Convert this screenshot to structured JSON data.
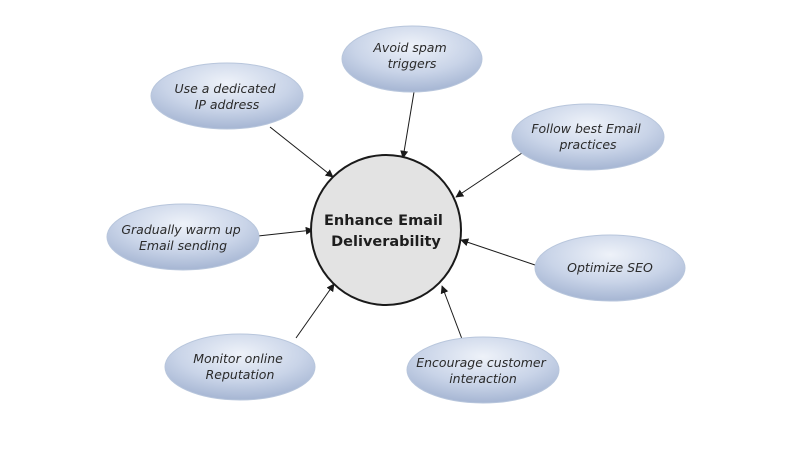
{
  "diagram": {
    "center": {
      "lines": [
        "Enhance Email",
        "Deliverability"
      ]
    },
    "nodes": [
      {
        "id": "avoid-spam",
        "lines": [
          "Avoid spam",
          "triggers"
        ]
      },
      {
        "id": "dedicated-ip",
        "lines": [
          "Use a dedicated",
          "IP address"
        ]
      },
      {
        "id": "best-practices",
        "lines": [
          "Follow best Email",
          "practices"
        ]
      },
      {
        "id": "warm-up",
        "lines": [
          "Gradually warm up",
          "Email sending"
        ]
      },
      {
        "id": "optimize-seo",
        "lines": [
          "Optimize SEO"
        ]
      },
      {
        "id": "monitor-reputation",
        "lines": [
          "Monitor online",
          "Reputation"
        ]
      },
      {
        "id": "customer-interaction",
        "lines": [
          "Encourage customer",
          "interaction"
        ]
      }
    ],
    "colors": {
      "node_light": "#e6ecf6",
      "node_dark": "#a9b8d4",
      "center_fill": "#e3e3e3",
      "outline": "#1a1a1a"
    }
  }
}
